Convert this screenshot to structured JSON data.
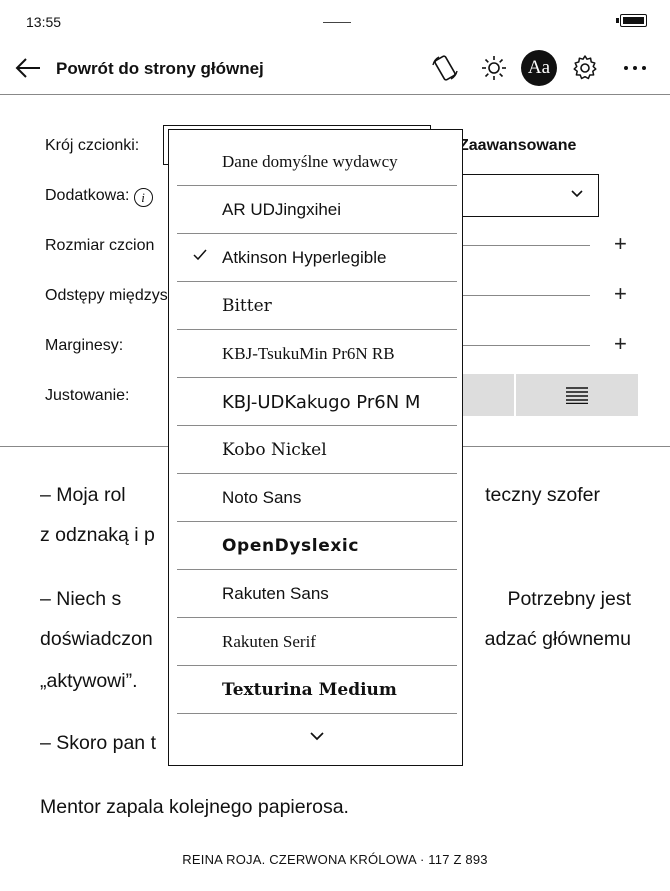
{
  "status": {
    "time": "13:55"
  },
  "topbar": {
    "title": "Powrót do strony głównej",
    "aa_label": "Aa",
    "icons": [
      "back-arrow-icon",
      "rotate-icon",
      "brightness-icon",
      "font-settings-icon",
      "gear-icon",
      "more-icon"
    ]
  },
  "settings": {
    "font_face_label": "Krój czcionki:",
    "advanced_label": "Zaawansowane",
    "extra_label": "Dodatkowa:",
    "info_glyph": "i",
    "size_label": "Rozmiar czcion",
    "spacing_label": "Odstępy międzys",
    "margins_label": "Marginesy:",
    "justify_label": "Justowanie:",
    "plus_glyph": "+"
  },
  "font_menu": {
    "selected": "Atkinson Hyperlegible",
    "items": [
      "Dane domyślne wydawcy",
      "AR UDJingxihei",
      "Atkinson Hyperlegible",
      "Bitter",
      "KBJ-TsukuMin Pr6N RB",
      "KBJ-UDKakugo Pr6N M",
      "Kobo Nickel",
      "Noto Sans",
      "OpenDyslexic",
      "Rakuten Sans",
      "Rakuten Serif",
      "Texturina Medium"
    ]
  },
  "reading": {
    "p1_a": "–   Moja  rol",
    "p1_b": "teczny  szofer",
    "p1_c": "z odznaką i p",
    "p2_a": "–    Niech   s",
    "p2_b": "Potrzebny   jest",
    "p2_c": "doświadczon",
    "p2_d": "adzać głównemu",
    "p2_e": "„aktywowi”.",
    "p3": "– Skoro pan t",
    "p4": "Mentor zapala kolejnego papierosa."
  },
  "footer": {
    "text": "REINA ROJA. CZERWONA KRÓLOWA · 117 Z 893"
  }
}
